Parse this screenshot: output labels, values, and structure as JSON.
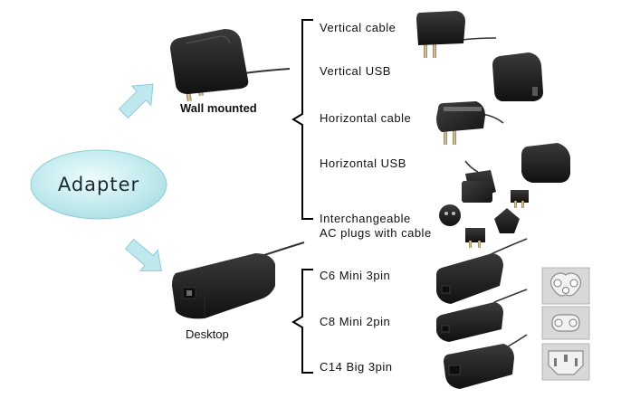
{
  "root": {
    "label": "Adapter"
  },
  "wall": {
    "label": "Wall mounted",
    "items": [
      {
        "label": "Vertical cable"
      },
      {
        "label": "Vertical USB"
      },
      {
        "label": "Horizontal cable"
      },
      {
        "label": "Horizontal USB"
      },
      {
        "label_line1": "Interchangeable",
        "label_line2": "AC plugs with cable"
      }
    ]
  },
  "desktop": {
    "label": "Desktop",
    "items": [
      {
        "label": "C6 Mini 3pin"
      },
      {
        "label": "C8 Mini 2pin"
      },
      {
        "label": "C14 Big 3pin"
      }
    ]
  },
  "colors": {
    "ellipse_fill": "#c5ecef",
    "ellipse_edge": "#8fcfd6",
    "arrow_fill": "#bfe7ee",
    "arrow_edge": "#8fcdd8",
    "device": "#1c1c1c",
    "bracket": "#000000"
  }
}
